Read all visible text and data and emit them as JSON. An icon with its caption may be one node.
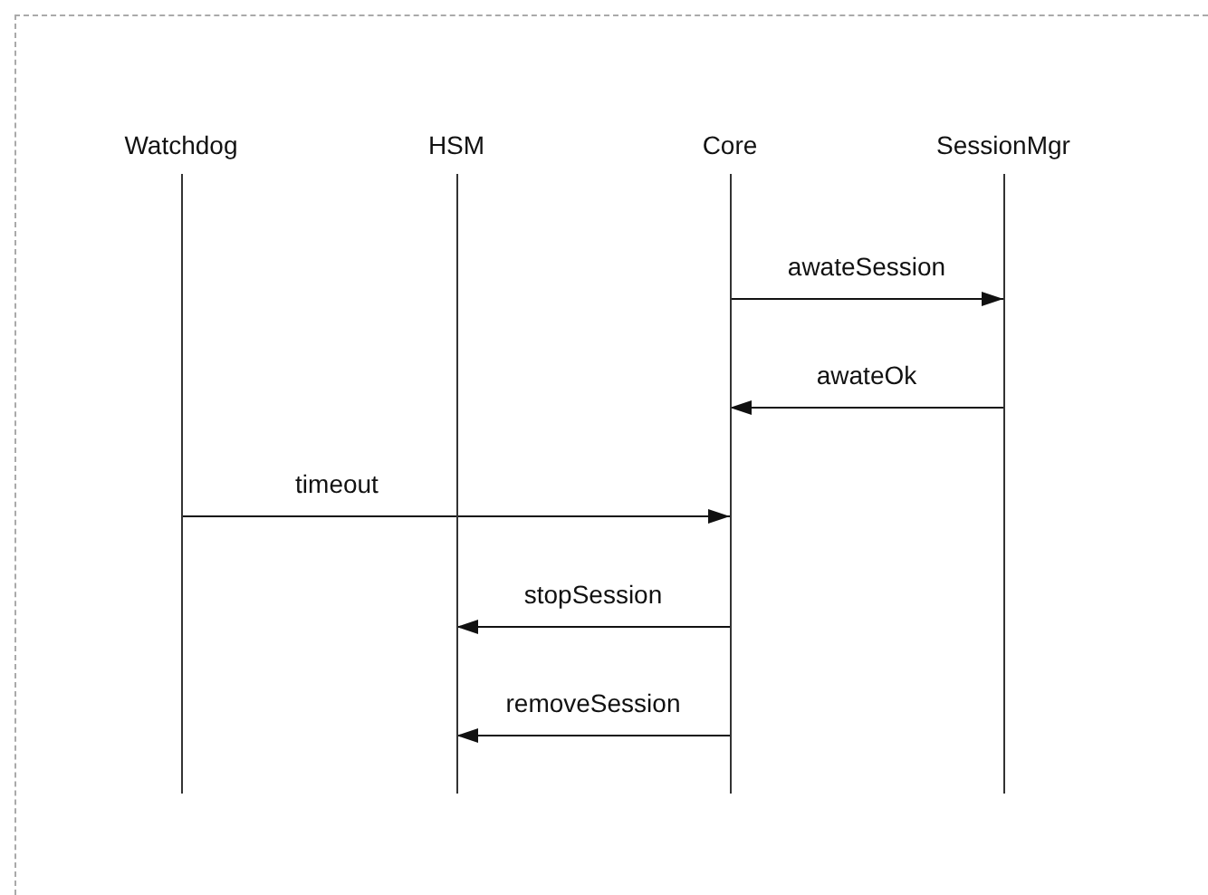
{
  "diagram": {
    "nodes": [
      {
        "text": [
          "Watchdog"
        ]
      },
      {
        "text": [
          "HSM"
        ]
      },
      {
        "text": [
          "Core"
        ]
      },
      {
        "text": [
          "SessionMgr"
        ]
      }
    ],
    "edges": [
      {
        "from": 2,
        "to": 3,
        "arrow": "to",
        "label": "awateSession"
      },
      {
        "from": 3,
        "to": 2,
        "arrow": "to",
        "label": "awateOk"
      },
      {
        "from": 0,
        "to": 2,
        "arrow": "to",
        "label": "timeout"
      },
      {
        "from": 2,
        "to": 1,
        "arrow": "to",
        "label": "stopSession"
      },
      {
        "from": 2,
        "to": 1,
        "arrow": "to",
        "label": "removeSession"
      }
    ]
  }
}
